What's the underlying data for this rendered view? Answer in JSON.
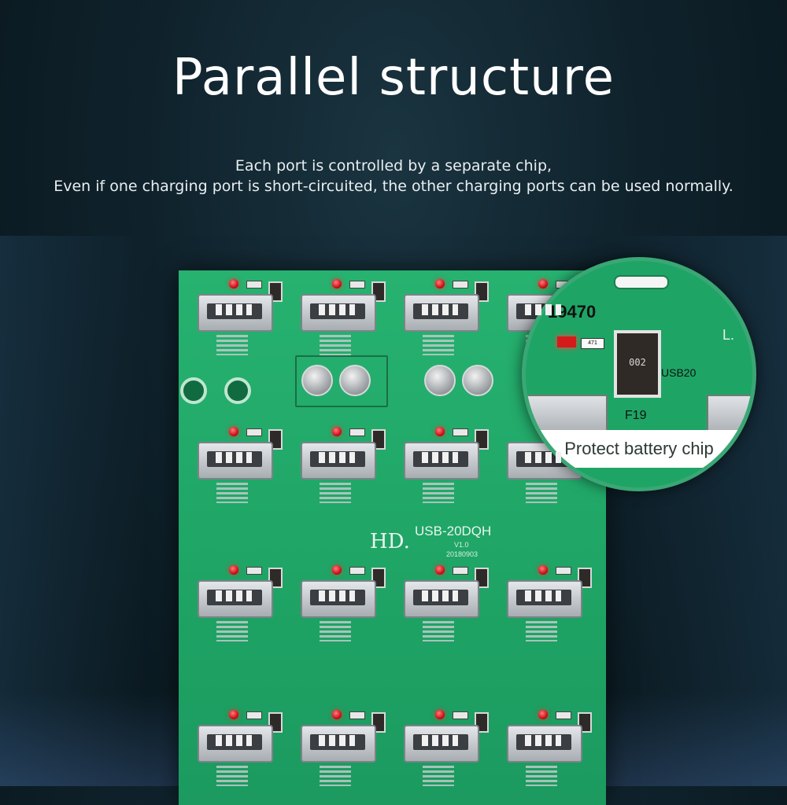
{
  "title": "Parallel structure",
  "subtitle_line1": "Each port is controlled by a separate chip,",
  "subtitle_line2": "Even if one charging port is short-circuited, the other charging ports can be used normally.",
  "board": {
    "brand": "HD.",
    "model": "USB-20DQH",
    "version": "V1.0",
    "date": "20180903",
    "port_count_visible": 16
  },
  "zoom": {
    "part_number": "19470",
    "chip_label": "002",
    "usb_label": "USB20",
    "fuse_label": "F19",
    "res_label": "471",
    "corner_label": "L.",
    "caption": "Protect battery chip"
  },
  "colors": {
    "background": "#0f222c",
    "pcb_green": "#1fa566",
    "led_red": "#d0101a"
  }
}
